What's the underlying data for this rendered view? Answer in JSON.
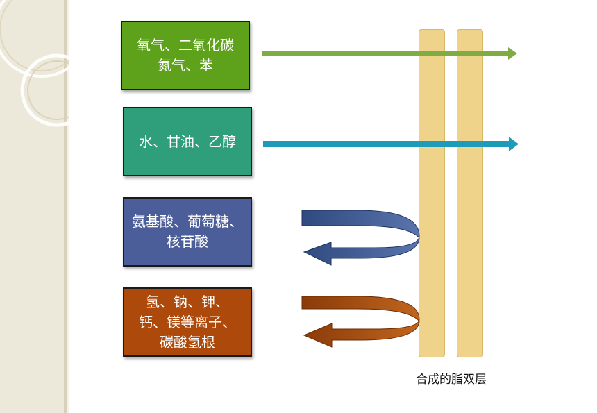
{
  "boxes": [
    {
      "lines": [
        "氧气、二氧化碳",
        "氮气、苯"
      ]
    },
    {
      "lines": [
        "水、甘油、乙醇"
      ]
    },
    {
      "lines": [
        "氨基酸、葡萄糖、",
        "核苷酸"
      ]
    },
    {
      "lines": [
        "氢、钠、钾、",
        "钙、镁等离子、",
        "碳酸氢根"
      ]
    }
  ],
  "caption": "合成的脂双层",
  "colors": {
    "box_green": "#5ea21c",
    "box_teal": "#2e9f7a",
    "box_blue": "#4b5e9a",
    "box_brown": "#ad4a0b",
    "bilayer": "#efd38a",
    "arrow_green": "#7fad43",
    "arrow_teal": "#1d9bb8",
    "arrow_navy": "#2f4a7e",
    "arrow_brown": "#8a3b08"
  }
}
